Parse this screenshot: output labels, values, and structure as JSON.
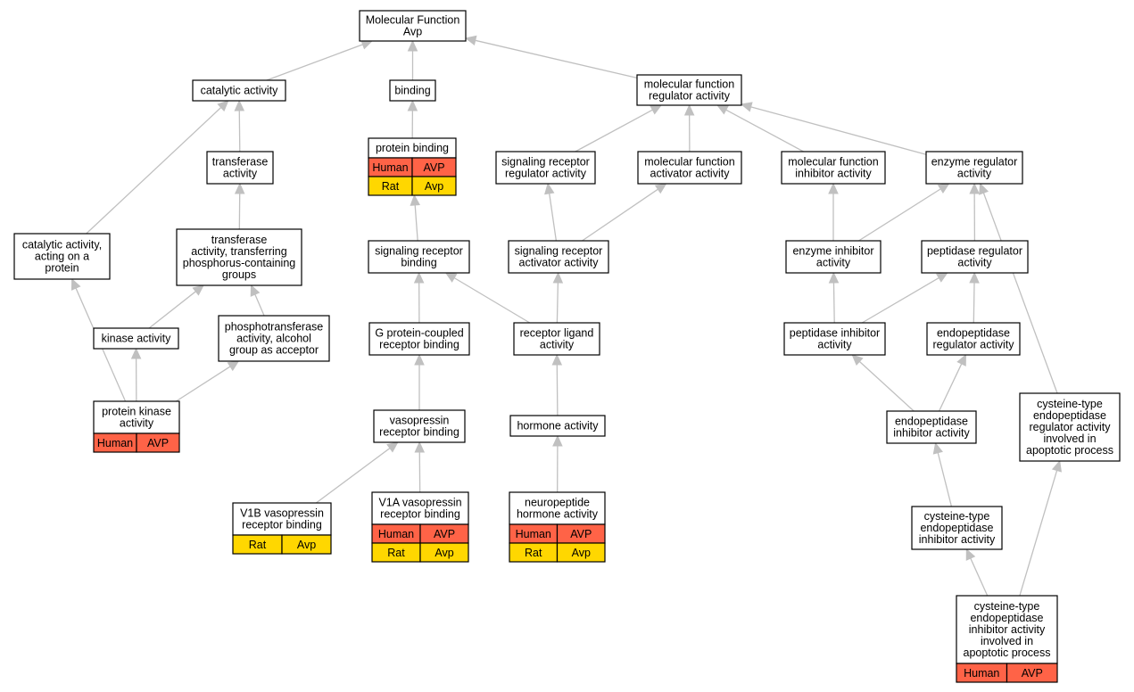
{
  "colors": {
    "human": "#ff6347",
    "rat": "#ffd700",
    "edge": "#c0c0c0",
    "border": "#000000"
  },
  "nodes": [
    {
      "id": "mf",
      "lines": [
        "Molecular Function",
        "Avp"
      ],
      "cells": []
    },
    {
      "id": "cat",
      "lines": [
        "catalytic activity"
      ],
      "cells": []
    },
    {
      "id": "bind",
      "lines": [
        "binding"
      ],
      "cells": []
    },
    {
      "id": "mfreg",
      "lines": [
        "molecular function",
        "regulator activity"
      ],
      "cells": []
    },
    {
      "id": "transf",
      "lines": [
        "transferase",
        "activity"
      ],
      "cells": []
    },
    {
      "id": "pbind",
      "lines": [
        "protein binding"
      ],
      "cells": [
        [
          "Human",
          "AVP"
        ],
        [
          "Rat",
          "Avp"
        ]
      ]
    },
    {
      "id": "sigreg",
      "lines": [
        "signaling receptor",
        "regulator activity"
      ],
      "cells": []
    },
    {
      "id": "mfact",
      "lines": [
        "molecular function",
        "activator activity"
      ],
      "cells": []
    },
    {
      "id": "mfinh",
      "lines": [
        "molecular function",
        "inhibitor activity"
      ],
      "cells": []
    },
    {
      "id": "enzreg",
      "lines": [
        "enzyme regulator",
        "activity"
      ],
      "cells": []
    },
    {
      "id": "catprot",
      "lines": [
        "catalytic activity,",
        "acting on a",
        "protein"
      ],
      "cells": []
    },
    {
      "id": "transphos",
      "lines": [
        "transferase",
        "activity, transferring",
        "phosphorus-containing",
        "groups"
      ],
      "cells": []
    },
    {
      "id": "sigbind",
      "lines": [
        "signaling receptor",
        "binding"
      ],
      "cells": []
    },
    {
      "id": "sigact",
      "lines": [
        "signaling receptor",
        "activator activity"
      ],
      "cells": []
    },
    {
      "id": "enzinh",
      "lines": [
        "enzyme inhibitor",
        "activity"
      ],
      "cells": []
    },
    {
      "id": "pepreg",
      "lines": [
        "peptidase regulator",
        "activity"
      ],
      "cells": []
    },
    {
      "id": "kinase",
      "lines": [
        "kinase activity"
      ],
      "cells": []
    },
    {
      "id": "phosalc",
      "lines": [
        "phosphotransferase",
        "activity, alcohol",
        "group as acceptor"
      ],
      "cells": []
    },
    {
      "id": "gpcr",
      "lines": [
        "G protein-coupled",
        "receptor binding"
      ],
      "cells": []
    },
    {
      "id": "recept",
      "lines": [
        "receptor ligand",
        "activity"
      ],
      "cells": []
    },
    {
      "id": "pepinh",
      "lines": [
        "peptidase inhibitor",
        "activity"
      ],
      "cells": []
    },
    {
      "id": "endoreg",
      "lines": [
        "endopeptidase",
        "regulator activity"
      ],
      "cells": []
    },
    {
      "id": "protkin",
      "lines": [
        "protein kinase",
        "activity"
      ],
      "cells": [
        [
          "Human",
          "AVP"
        ]
      ]
    },
    {
      "id": "vaso",
      "lines": [
        "vasopressin",
        "receptor binding"
      ],
      "cells": []
    },
    {
      "id": "hormone",
      "lines": [
        "hormone activity"
      ],
      "cells": []
    },
    {
      "id": "endoinh",
      "lines": [
        "endopeptidase",
        "inhibitor activity"
      ],
      "cells": []
    },
    {
      "id": "cysapo",
      "lines": [
        "cysteine-type",
        "endopeptidase",
        "regulator activity",
        "involved in",
        "apoptotic process"
      ],
      "cells": []
    },
    {
      "id": "v1b",
      "lines": [
        "V1B vasopressin",
        "receptor binding"
      ],
      "cells": [
        [
          "Rat",
          "Avp"
        ]
      ]
    },
    {
      "id": "v1a",
      "lines": [
        "V1A vasopressin",
        "receptor binding"
      ],
      "cells": [
        [
          "Human",
          "AVP"
        ],
        [
          "Rat",
          "Avp"
        ]
      ]
    },
    {
      "id": "neuro",
      "lines": [
        "neuropeptide",
        "hormone activity"
      ],
      "cells": [
        [
          "Human",
          "AVP"
        ],
        [
          "Rat",
          "Avp"
        ]
      ]
    },
    {
      "id": "cysinh",
      "lines": [
        "cysteine-type",
        "endopeptidase",
        "inhibitor activity"
      ],
      "cells": []
    },
    {
      "id": "cysinhapo",
      "lines": [
        "cysteine-type",
        "endopeptidase",
        "inhibitor activity",
        "involved in",
        "apoptotic process"
      ],
      "cells": [
        [
          "Human",
          "AVP"
        ]
      ]
    }
  ],
  "edges": [
    [
      "cat",
      "mf"
    ],
    [
      "bind",
      "mf"
    ],
    [
      "mfreg",
      "mf"
    ],
    [
      "transf",
      "cat"
    ],
    [
      "catprot",
      "cat"
    ],
    [
      "pbind",
      "bind"
    ],
    [
      "sigreg",
      "mfreg"
    ],
    [
      "mfact",
      "mfreg"
    ],
    [
      "mfinh",
      "mfreg"
    ],
    [
      "enzreg",
      "mfreg"
    ],
    [
      "transphos",
      "transf"
    ],
    [
      "kinase",
      "transphos"
    ],
    [
      "phosalc",
      "transphos"
    ],
    [
      "protkin",
      "kinase"
    ],
    [
      "protkin",
      "phosalc"
    ],
    [
      "protkin",
      "catprot"
    ],
    [
      "sigbind",
      "pbind"
    ],
    [
      "gpcr",
      "sigbind"
    ],
    [
      "recept",
      "sigbind"
    ],
    [
      "sigact",
      "sigreg"
    ],
    [
      "sigact",
      "mfact"
    ],
    [
      "recept",
      "sigact"
    ],
    [
      "vaso",
      "gpcr"
    ],
    [
      "v1b",
      "vaso"
    ],
    [
      "v1a",
      "vaso"
    ],
    [
      "hormone",
      "recept"
    ],
    [
      "neuro",
      "hormone"
    ],
    [
      "enzinh",
      "mfinh"
    ],
    [
      "enzinh",
      "enzreg"
    ],
    [
      "pepreg",
      "enzreg"
    ],
    [
      "pepinh",
      "enzinh"
    ],
    [
      "pepinh",
      "pepreg"
    ],
    [
      "endoreg",
      "pepreg"
    ],
    [
      "endoinh",
      "pepinh"
    ],
    [
      "endoinh",
      "endoreg"
    ],
    [
      "cysinh",
      "endoinh"
    ],
    [
      "cysinhapo",
      "cysinh"
    ],
    [
      "cysinhapo",
      "cysapo"
    ],
    [
      "cysapo",
      "enzreg"
    ]
  ]
}
